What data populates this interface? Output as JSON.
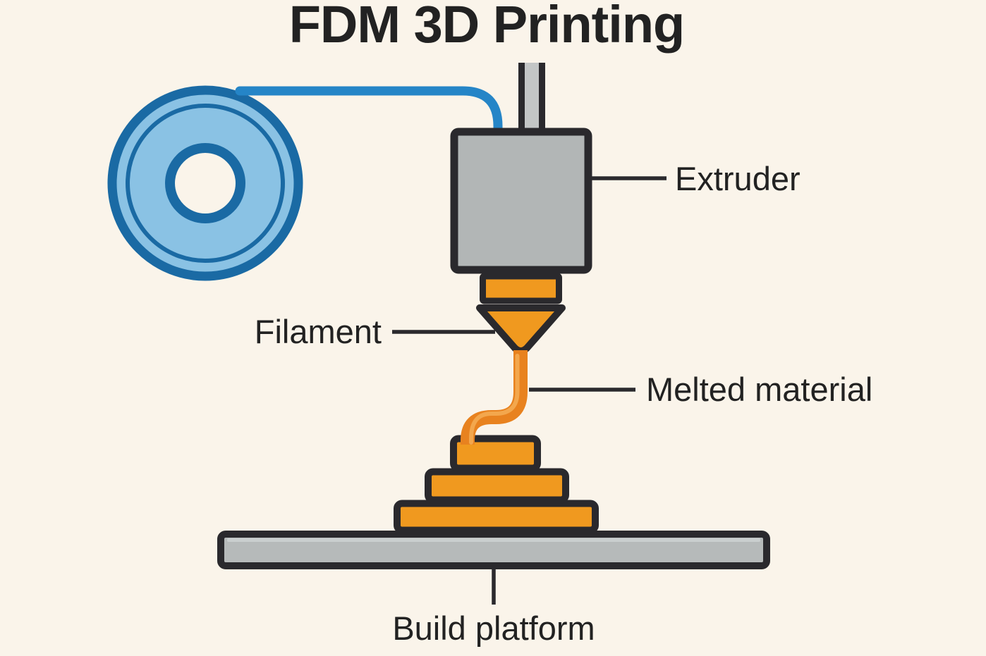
{
  "title": "FDM 3D Printing",
  "labels": {
    "extruder": "Extruder",
    "filament": "Filament",
    "melted_material": "Melted material",
    "build_platform": "Build platform"
  },
  "colors": {
    "background": "#faf4ea",
    "outline": "#2a292d",
    "text_color": "#222222",
    "spool_light_blue": "#8ac2e4",
    "spool_dark_blue": "#1a6aa4",
    "filament_tube_blue": "#2585c7",
    "metal_gray": "#b2b6b6",
    "rod_gray": "#c3c6c6",
    "platform_gray": "#b6baba",
    "platform_highlight": "#ced2d2",
    "nozzle_orange": "#f0991f",
    "melted_orange": "#e8821f",
    "melted_highlight": "#f4ab52"
  }
}
